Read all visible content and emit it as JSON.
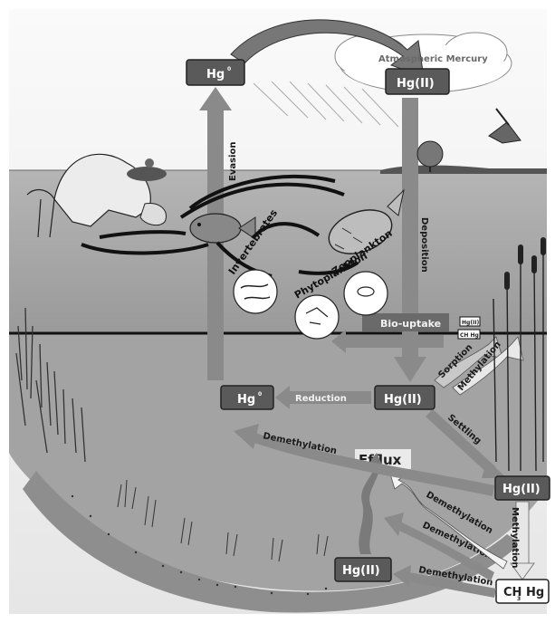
{
  "nodes": {
    "hg0_atm": "Hg",
    "hg0_atm_sup": "0",
    "hg2_atm": "Hg(II)",
    "atm_mercury": "Atmospheric Mercury",
    "hg0_water": "Hg",
    "hg0_water_sup": "0",
    "hg2_water": "Hg(II)",
    "hg2_sediment_right": "Hg(II)",
    "hg2_sediment_bottom": "Hg(II)",
    "ch3hg_sediment": "CH Hg",
    "ch3hg_sediment_sub": "3",
    "efflux": "Efflux",
    "hg_small": "Hg(II)",
    "ch3hg_small": "CH Hg"
  },
  "processes": {
    "evasion": "Evasion",
    "deposition": "Deposition",
    "reduction": "Reduction",
    "bio_uptake": "Bio-uptake",
    "sorption": "Sorption",
    "methylation_upper": "Methylation",
    "settling": "Settling",
    "demethylation_left": "Demethylation",
    "methylation_lower": "Methylation",
    "demethylation_1": "Demethylation",
    "demethylation_2": "Demethylation",
    "demethylation_3": "Demethylation"
  },
  "organisms": {
    "invertebrates": "Invertebrates",
    "zooplankton": "Zooplankton",
    "phytoplankton": "Phytoplankton"
  },
  "colors": {
    "box_fill": "#5a5a5a",
    "arrow_fill": "#8a8a8a",
    "water": "#a7a7a7",
    "sky": "#f3f3f3"
  }
}
